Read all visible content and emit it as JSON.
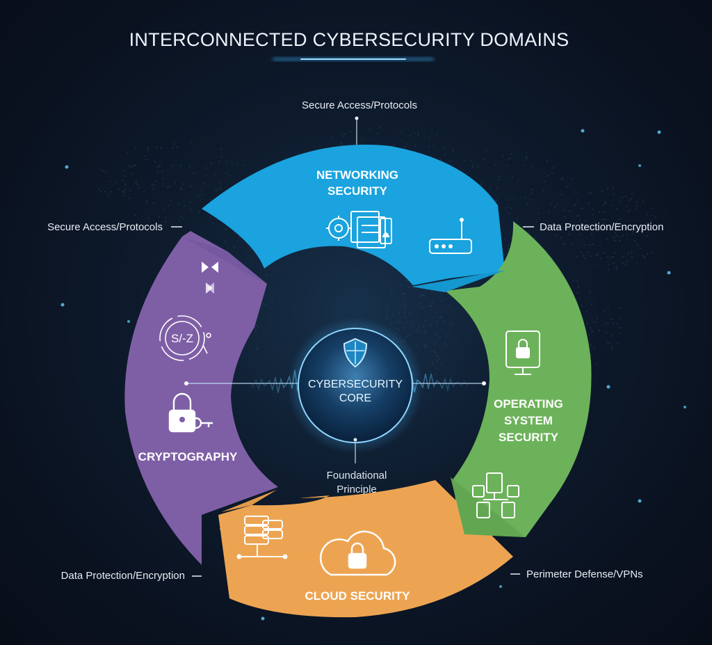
{
  "title": "INTERCONNECTED CYBERSECURITY DOMAINS",
  "colors": {
    "networking": "#1aa3de",
    "operating_system": "#6cb25a",
    "cloud": "#eda452",
    "cryptography": "#7e5fa6",
    "core_glow": "#3fb4ff",
    "background": "#0b1320"
  },
  "core": {
    "line1": "CYBERSECURITY",
    "line2": "CORE",
    "icon": "shield-icon",
    "caption_line1": "Foundational",
    "caption_line2": "Principle"
  },
  "domains": {
    "networking": {
      "line1": "NETWORKING",
      "line2": "SECURITY",
      "icons": [
        "gear-shield-icon",
        "firewall-panel-icon",
        "router-icon"
      ]
    },
    "operating_system": {
      "line1": "OPERATING",
      "line2": "SYSTEM",
      "line3": "SECURITY",
      "icons": [
        "monitor-lock-icon",
        "user-network-icon"
      ]
    },
    "cloud": {
      "label": "CLOUD SECURITY",
      "icons": [
        "server-stack-icon",
        "cloud-lock-icon"
      ]
    },
    "cryptography": {
      "label": "CRYPTOGRAPHY",
      "icons": [
        "arrows-icon",
        "cipher-icon",
        "padlock-key-icon"
      ]
    }
  },
  "annotations": {
    "top": "Secure Access/Protocols",
    "upper_left": "Secure Access/Protocols",
    "upper_right": "Data Protection/Encryption",
    "lower_left": "Data Protection/Encryption",
    "lower_right": "Perimeter Defense/VPNs"
  }
}
